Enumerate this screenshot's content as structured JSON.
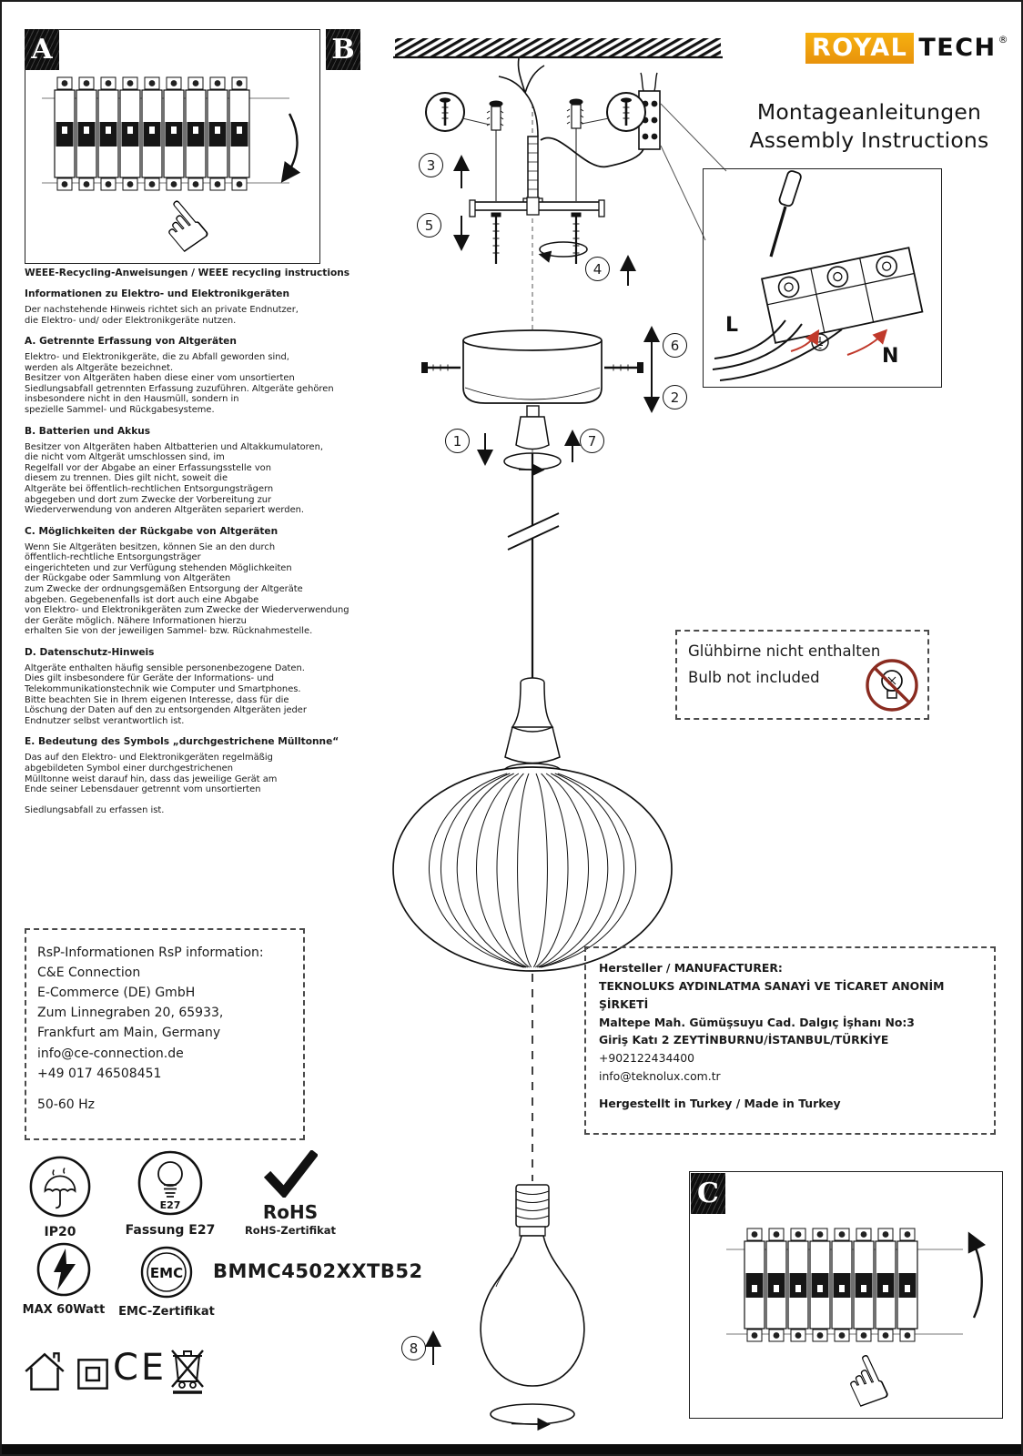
{
  "sections": {
    "a": "A",
    "b": "B",
    "c": "C"
  },
  "logo": {
    "royal": "ROYAL",
    "tech": "TECH",
    "reg": "®",
    "orange": "#f0a30c"
  },
  "title": {
    "line1": "Montageanleitungen",
    "line2": "Assembly Instructions"
  },
  "terminal": {
    "l": "L",
    "n": "N"
  },
  "bulb_notice": {
    "line1": "Glühbirne nicht enthalten",
    "line2": "Bulb not included"
  },
  "steps": {
    "s1": "1",
    "s2": "2",
    "s3": "3",
    "s4": "4",
    "s5": "5",
    "s6": "6",
    "s7": "7",
    "s8": "8"
  },
  "weee": {
    "title": "WEEE-Recycling-Anweisungen / WEEE recycling instructions",
    "sections": [
      {
        "heading": "Informationen zu Elektro- und Elektronikgeräten",
        "body": "Der nachstehende Hinweis richtet sich an private Endnutzer,\n die Elektro- und/ oder Elektronikgeräte nutzen."
      },
      {
        "heading": "A. Getrennte Erfassung von Altgeräten",
        "body": "Elektro- und Elektronikgeräte, die zu Abfall geworden sind,\nwerden als Altgeräte bezeichnet.\nBesitzer von Altgeräten haben diese einer vom unsortierten\nSiedlungsabfall getrennten Erfassung zuzuführen. Altgeräte gehören\ninsbesondere nicht in den Hausmüll, sondern in\nspezielle Sammel- und Rückgabesysteme."
      },
      {
        "heading": "B. Batterien und Akkus",
        "body": "Besitzer von Altgeräten haben Altbatterien und Altakkumulatoren,\n die nicht vom Altgerät umschlossen sind, im\nRegelfall vor der Abgabe an einer Erfassungsstelle von\ndiesem zu trennen. Dies gilt nicht, soweit die\nAltgeräte bei öffentlich-rechtlichen Entsorgungsträgern\nabgegeben und dort zum Zwecke der Vorbereitung zur\nWiederverwendung von anderen Altgeräten separiert werden."
      },
      {
        "heading": "C. Möglichkeiten der Rückgabe von Altgeräten",
        "body": "Wenn Sie Altgeräten besitzen, können Sie an den durch\nöffentlich-rechtliche Entsorgungsträger\neingerichteten und zur Verfügung stehenden Möglichkeiten\nder Rückgabe oder Sammlung von Altgeräten\n zum Zwecke der ordnungsgemäßen Entsorgung der Altgeräte\n abgeben. Gegebenenfalls ist dort auch eine Abgabe\n von Elektro- und Elektronikgeräten zum Zwecke der Wiederverwendung\nder Geräte möglich. Nähere Informationen hierzu\nerhalten Sie von der jeweiligen Sammel- bzw. Rücknahmestelle."
      },
      {
        "heading": "D. Datenschutz-Hinweis",
        "body": "Altgeräte enthalten häufig sensible personenbezogene Daten.\nDies gilt insbesondere für Geräte der Informations- und\nTelekommunikationstechnik wie Computer und Smartphones.\n Bitte beachten Sie in Ihrem eigenen Interesse, dass für die\nLöschung der Daten auf den zu entsorgenden Altgeräten jeder\nEndnutzer selbst verantwortlich ist."
      },
      {
        "heading": "E. Bedeutung des Symbols „durchgestrichene Mülltonne“",
        "body": "Das auf den Elektro- und Elektronikgeräten regelmäßig\n abgebildeten Symbol einer durchgestrichenen\nMülltonne weist darauf hin, dass das jeweilige Gerät am\nEnde seiner Lebensdauer getrennt vom unsortierten"
      },
      {
        "heading": "",
        "body": "Siedlungsabfall zu erfassen ist."
      }
    ]
  },
  "rsp": {
    "lines": [
      "RsP-Informationen RsP information:",
      "C&E Connection",
      "E-Commerce (DE) GmbH",
      "Zum Linnegraben 20, 65933,",
      "Frankfurt am Main, Germany",
      "info@ce-connection.de",
      "+49 017 46508451",
      "50-60 Hz"
    ]
  },
  "manufacturer": {
    "lines": [
      "Hersteller / MANUFACTURER:",
      "TEKNOLUKS AYDINLATMA SANAYİ VE TİCARET ANONİM ŞİRKETİ",
      "Maltepe Mah. Gümüşsuyu Cad. Dalgıç İşhanı No:3",
      "Giriş Katı 2 ZEYTİNBURNU/İSTANBUL/TÜRKİYE",
      "+902122434400",
      "info@teknolux.com.tr",
      "Hergestellt in Turkey / Made in Turkey"
    ]
  },
  "badges": {
    "ip20": "IP20",
    "e27_small": "E27",
    "e27_label": "Fassung E27",
    "rohs": "RoHS",
    "rohs_cert": "RoHS-Zertifikat",
    "max_watt": "MAX 60Watt",
    "emc": "EMC",
    "emc_cert": "EMC-Zertifikat",
    "product_code": "BMMC4502XXTB52",
    "ce": "CE"
  }
}
